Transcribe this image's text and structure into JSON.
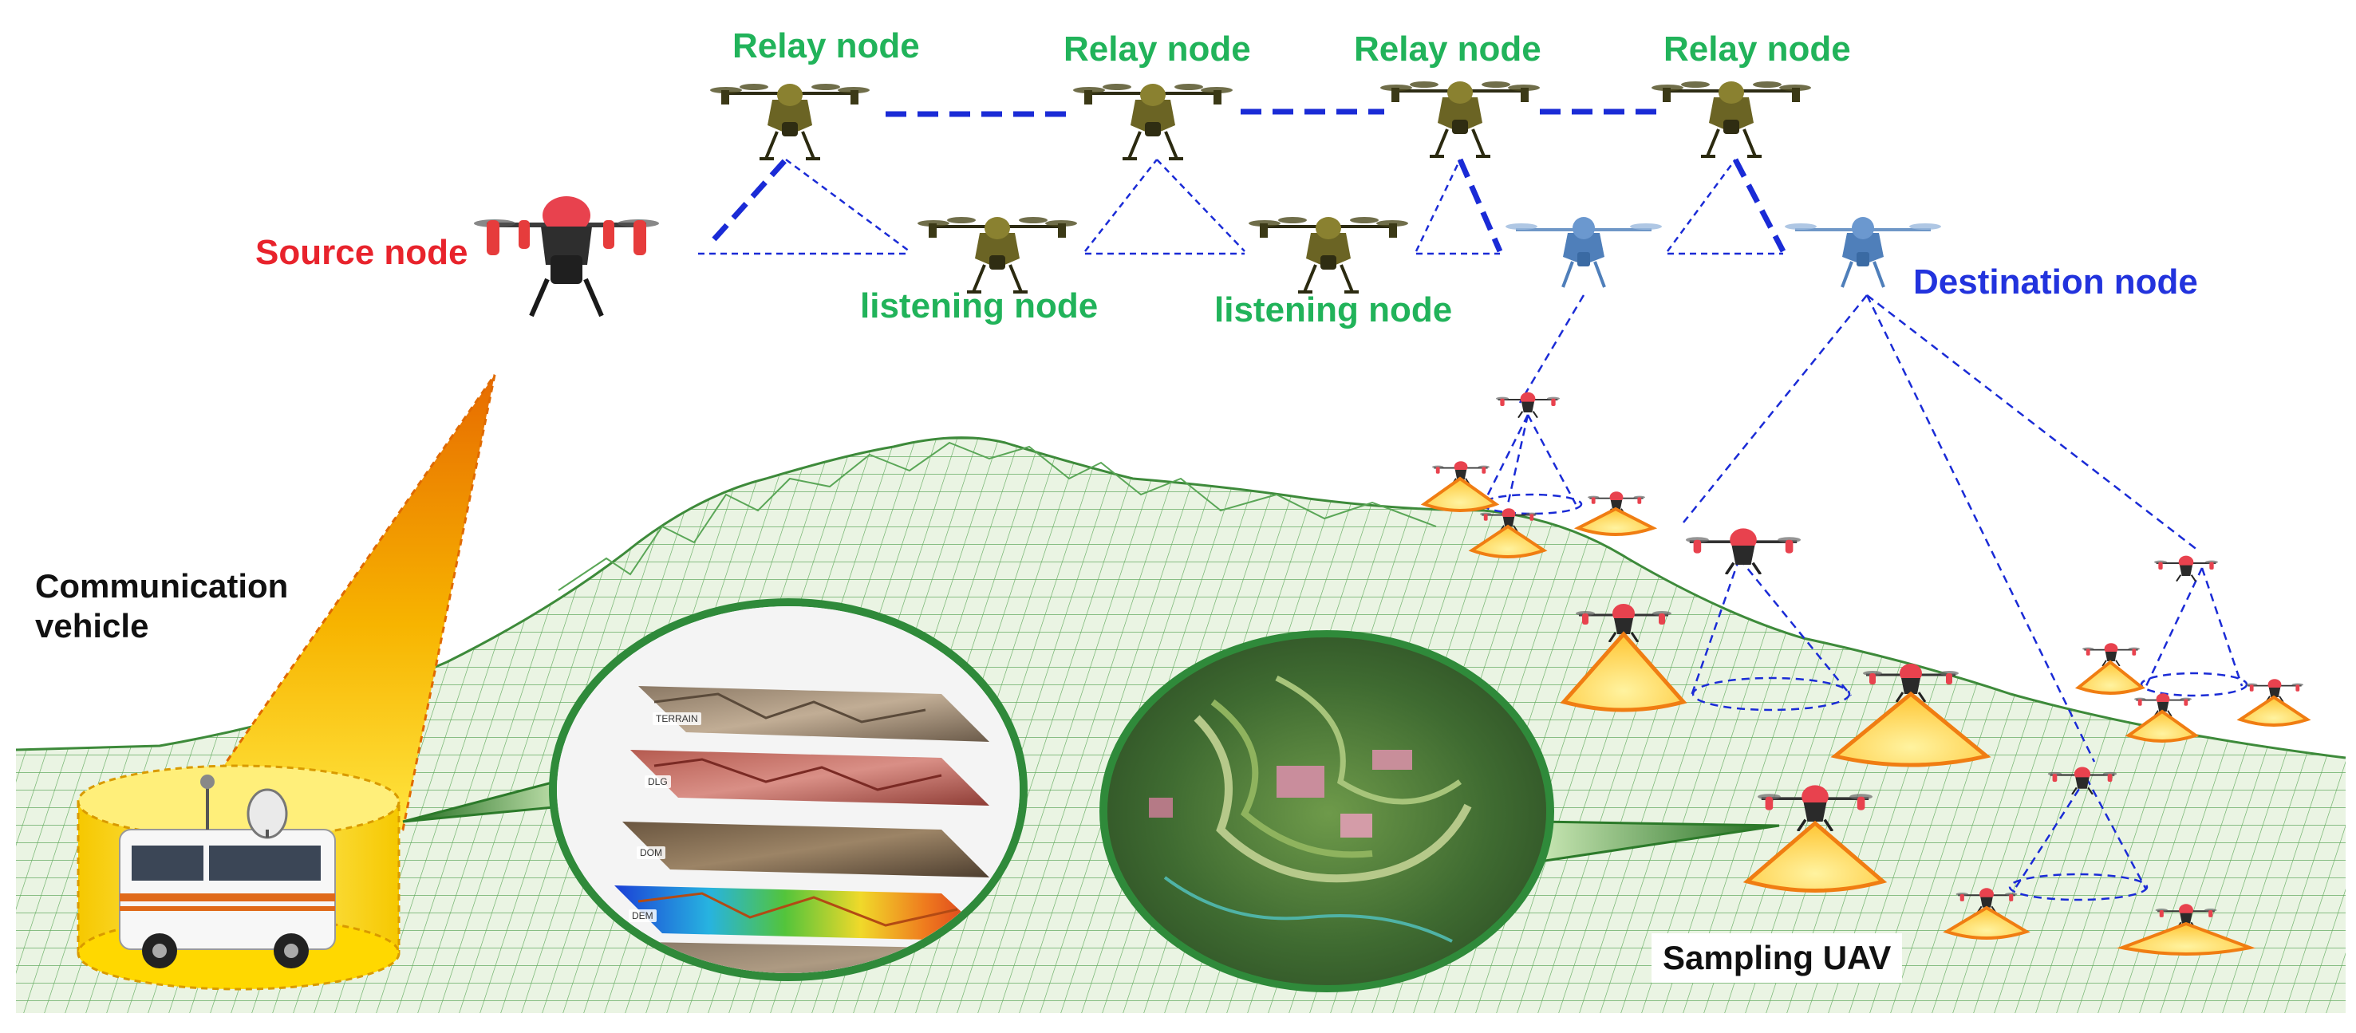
{
  "labels": {
    "relay": [
      "Relay node",
      "Relay node",
      "Relay node",
      "Relay node"
    ],
    "listening": [
      "listening node",
      "listening node"
    ],
    "source": "Source node",
    "destination": "Destination node",
    "vehicle_line1": "Communication",
    "vehicle_line2": "vehicle",
    "sampling": "Sampling UAV"
  },
  "layers": [
    "TERRAIN",
    "DLG",
    "DOM",
    "DEM"
  ],
  "colors": {
    "relay_text": "#21b35a",
    "source_text": "#e8232c",
    "destination_text": "#2233dd",
    "link_blue": "#1a2bd6",
    "mesh_green": "#4a9a48",
    "cone_orange": "#f07d12",
    "cone_yellow": "#ffe680"
  }
}
